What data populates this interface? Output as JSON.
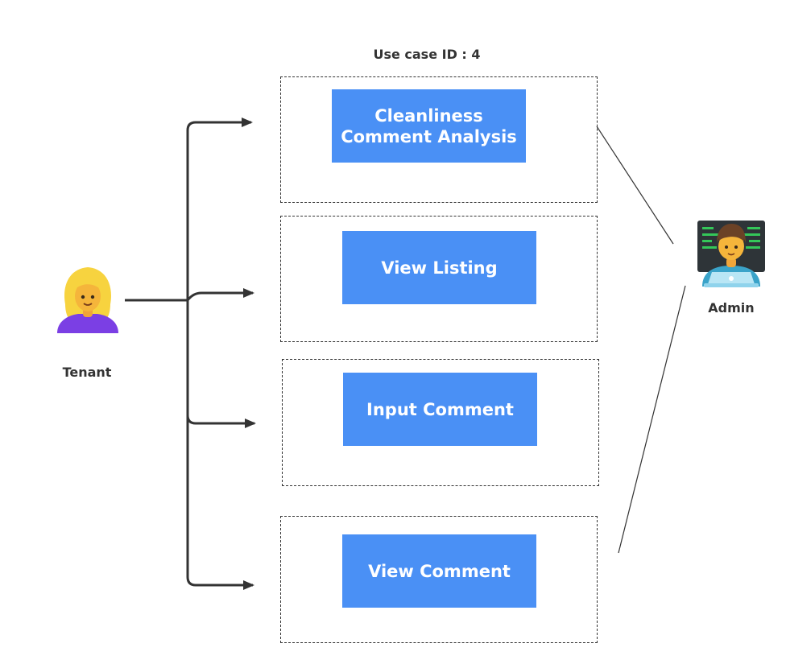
{
  "diagram": {
    "title": "Use case ID : 4",
    "actors": {
      "tenant": {
        "label": "Tenant",
        "icon": "tenant-woman-icon"
      },
      "admin": {
        "label": "Admin",
        "icon": "admin-technologist-icon"
      }
    },
    "use_cases": [
      {
        "label": "Cleanliness Comment Analysis"
      },
      {
        "label": "View Listing"
      },
      {
        "label": "Input Comment"
      },
      {
        "label": "View Comment"
      }
    ],
    "colors": {
      "use_case_fill": "#4a90f5",
      "use_case_text": "#ffffff",
      "line": "#333333"
    }
  }
}
